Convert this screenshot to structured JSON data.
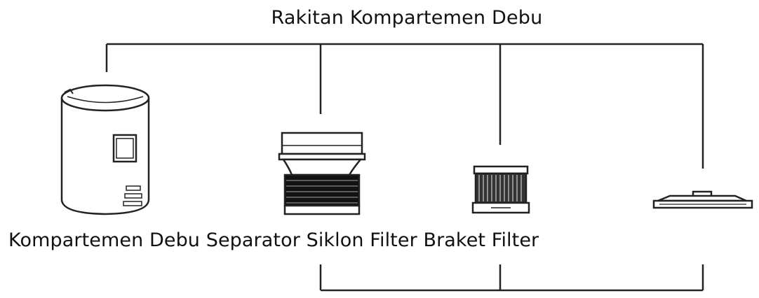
{
  "title": "Rakitan Kompartemen Debu",
  "parts": [
    {
      "label": "Kompartemen Debu",
      "icon": "dust-compartment-icon"
    },
    {
      "label": "Separator Siklon",
      "icon": "cyclone-separator-icon"
    },
    {
      "label": "Filter",
      "icon": "filter-icon"
    },
    {
      "label": "Braket Filter",
      "icon": "filter-bracket-icon"
    }
  ]
}
